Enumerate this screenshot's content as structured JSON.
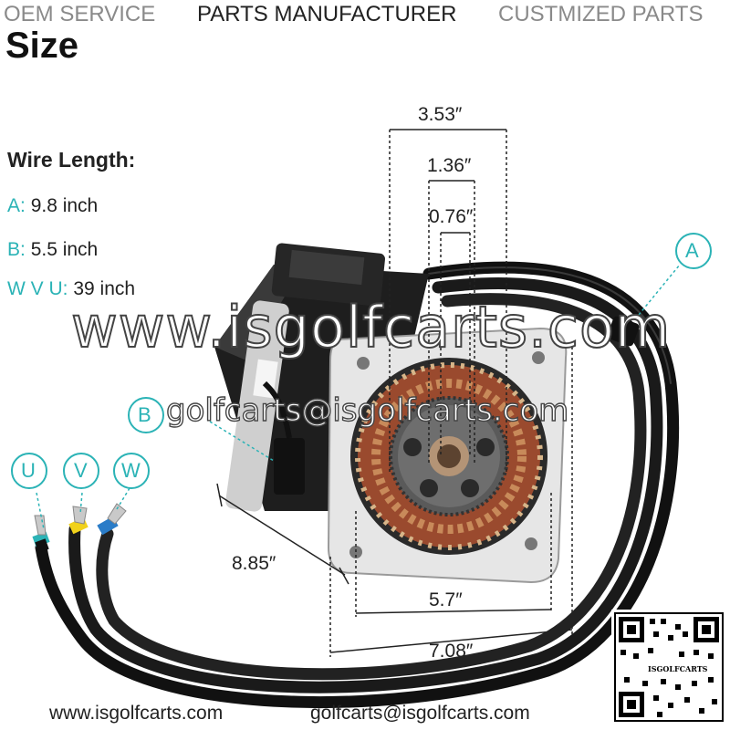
{
  "header": {
    "oem_service": "OEM SERVICE",
    "parts_manufacturer": "PARTS MANUFACTURER",
    "customized_parts": "CUSTMIZED PARTS"
  },
  "title": "Size",
  "wire_length": {
    "title": "Wire Length:",
    "items": [
      {
        "key": "A:",
        "value": "9.8 inch"
      },
      {
        "key": "B:",
        "value": "5.5 inch"
      },
      {
        "key": "W V U:",
        "value": "39 inch"
      }
    ]
  },
  "dimensions": {
    "d1": "3.53″",
    "d2": "1.36″",
    "d3": "0.76″",
    "length": "8.85″",
    "d5": "5.7″",
    "d6": "7.08″"
  },
  "callouts": {
    "a": "A",
    "b": "B",
    "u": "U",
    "v": "V",
    "w": "W"
  },
  "watermark": {
    "site": "www.isgolfcarts.com",
    "email": "golfcarts@isgolfcarts.com"
  },
  "footer": {
    "site": "www.isgolfcarts.com",
    "email": "golfcarts@isgolfcarts.com"
  },
  "qr_caption": "ISGOLFCARTS",
  "colors": {
    "accent": "#2bb3b6",
    "stator_copper": "#9a4a2e",
    "motor_body": "#222222",
    "plate": "#e6e6e6"
  }
}
